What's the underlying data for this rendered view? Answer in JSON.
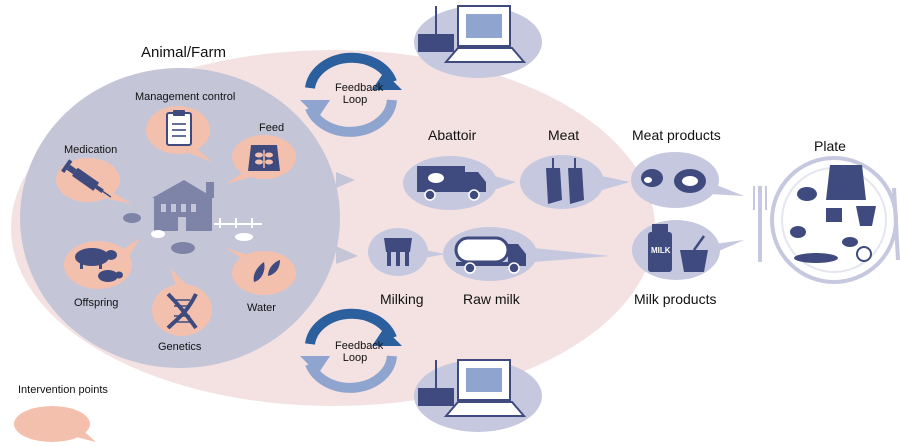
{
  "colors": {
    "farm_bg": "#f4e2e2",
    "farm_inner": "#c5c5d8",
    "peach": "#f3c0ad",
    "lavender": "#c5c8df",
    "navy": "#3f4b7e",
    "dark_navy": "#2e3a6b",
    "arrow_blue": "#2c5f9e",
    "arrow_light": "#8fa4cf"
  },
  "farm": {
    "title": "Animal/Farm",
    "management": "Management control",
    "medication": "Medication",
    "feed": "Feed",
    "offspring": "Offspring",
    "water": "Water",
    "genetics": "Genetics"
  },
  "feedback": {
    "top": "Feedback\nLoop",
    "bottom": "Feedback\nLoop"
  },
  "chain": {
    "abattoir": "Abattoir",
    "meat": "Meat",
    "meat_products": "Meat products",
    "plate": "Plate",
    "milking": "Milking",
    "raw_milk": "Raw milk",
    "milk_products": "Milk products",
    "milk_carton": "MILK"
  },
  "legend": {
    "intervention": "Intervention points"
  },
  "icons": [
    "farm-house-icon",
    "clipboard-icon",
    "syringe-icon",
    "feed-bag-icon",
    "pig-icon",
    "water-drops-icon",
    "dna-icon",
    "truck-icon",
    "tanker-truck-icon",
    "udder-icon",
    "meat-hanging-icon",
    "sausage-icon",
    "steak-icon",
    "milk-carton-icon",
    "yogurt-icon",
    "plate-icon",
    "laptop-icon",
    "feedback-loop-icon"
  ]
}
